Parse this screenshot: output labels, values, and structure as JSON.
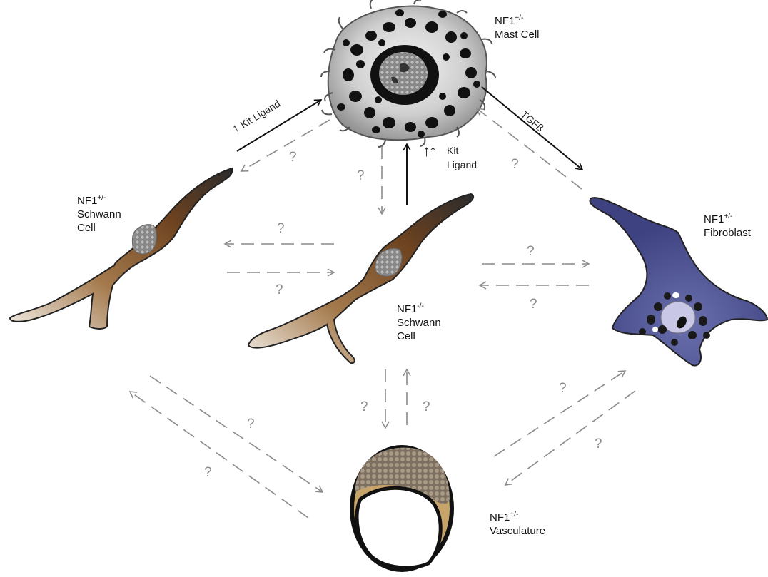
{
  "cells": {
    "mast": {
      "name": "NF1",
      "sup": "+/-",
      "desc": "Mast Cell"
    },
    "schwann_het": {
      "name": "NF1",
      "sup": "+/-",
      "desc1": "Schwann",
      "desc2": "Cell"
    },
    "schwann_null": {
      "name": "NF1",
      "sup": "-/-",
      "desc1": "Schwann",
      "desc2": "Cell"
    },
    "fibroblast": {
      "name": "NF1",
      "sup": "+/-",
      "desc": "Fibroblast"
    },
    "vasculature": {
      "name": "NF1",
      "sup": "+/-",
      "desc": "Vasculature"
    }
  },
  "arrows": {
    "kit_ligand_left": {
      "symbol": "↑",
      "text": "Kit Ligand"
    },
    "kit_ligand_center": {
      "symbol": "↑↑",
      "line1": "Kit",
      "line2": "Ligand"
    },
    "tgf": {
      "text": "TGFß"
    },
    "unknown": "?"
  },
  "colors": {
    "solid_arrow": "#111111",
    "dashed_arrow": "#8a8a8a",
    "schwann": "#7a4a22",
    "fibroblast": "#4a4f8c",
    "vessel": "#c6a46a"
  }
}
